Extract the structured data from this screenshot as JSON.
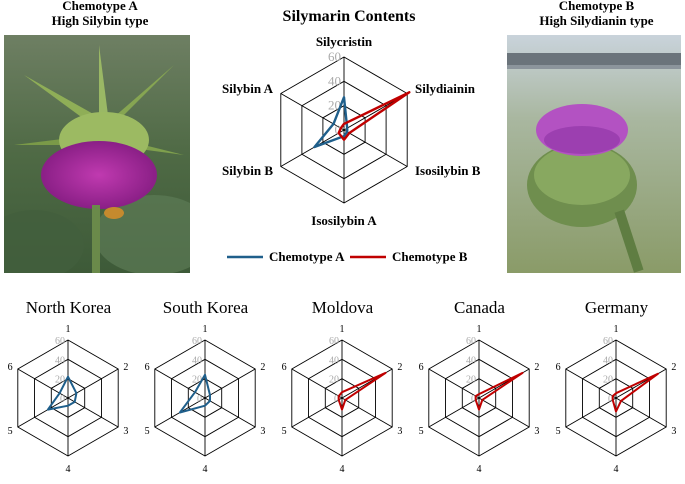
{
  "colors": {
    "chemotype_a": "#1f5f8b",
    "chemotype_b": "#c00000",
    "grid": "#000000",
    "tick": "#aaaaaa"
  },
  "photo_a": {
    "caption_line1": "Chemotype A",
    "caption_line2": "High Silybin type"
  },
  "photo_b": {
    "caption_line1": "Chemotype B",
    "caption_line2": "High Silydianin type"
  },
  "chart_data": [
    {
      "type": "radar",
      "title": "Silymarin Contents",
      "axes": [
        "Silycristin",
        "Silydiainin",
        "Isosilybin  B",
        "Isosilybin A",
        "Silybin B",
        "Silybin A"
      ],
      "ticks": [
        "0",
        "20",
        "40",
        "60"
      ],
      "rlim": [
        0,
        60
      ],
      "legend": "bottom",
      "series": [
        {
          "name": "Chemotype A",
          "values": [
            27,
            3,
            3,
            5,
            28,
            10
          ]
        },
        {
          "name": "Chemotype B",
          "values": [
            5,
            62,
            5,
            8,
            5,
            3
          ]
        }
      ]
    },
    {
      "type": "radar",
      "title": "North Korea",
      "axes": [
        "1",
        "2",
        "3",
        "4",
        "5",
        "6"
      ],
      "ticks": [
        "0",
        "20",
        "40",
        "60"
      ],
      "rlim": [
        0,
        60
      ],
      "series": [
        {
          "values": [
            22,
            10,
            8,
            8,
            24,
            10
          ]
        }
      ]
    },
    {
      "type": "radar",
      "title": "South Korea",
      "axes": [
        "1",
        "2",
        "3",
        "4",
        "5",
        "6"
      ],
      "ticks": [
        "0",
        "20",
        "40",
        "60"
      ],
      "rlim": [
        0,
        60
      ],
      "series": [
        {
          "values": [
            24,
            6,
            6,
            8,
            30,
            12
          ]
        }
      ]
    },
    {
      "type": "radar",
      "title": "Moldova",
      "axes": [
        "1",
        "2",
        "3",
        "4",
        "5",
        "6"
      ],
      "ticks": [
        "0",
        "20",
        "40",
        "60"
      ],
      "rlim": [
        0,
        60
      ],
      "series": [
        {
          "values": [
            6,
            52,
            4,
            12,
            4,
            4
          ]
        }
      ]
    },
    {
      "type": "radar",
      "title": "Canada",
      "axes": [
        "1",
        "2",
        "3",
        "4",
        "5",
        "6"
      ],
      "ticks": [
        "0",
        "20",
        "40",
        "60"
      ],
      "rlim": [
        0,
        60
      ],
      "series": [
        {
          "values": [
            4,
            52,
            4,
            12,
            4,
            4
          ]
        }
      ]
    },
    {
      "type": "radar",
      "title": "Germany",
      "axes": [
        "1",
        "2",
        "3",
        "4",
        "5",
        "6"
      ],
      "ticks": [
        "0",
        "20",
        "40",
        "60"
      ],
      "rlim": [
        0,
        60
      ],
      "series": [
        {
          "values": [
            5,
            50,
            6,
            14,
            4,
            4
          ]
        }
      ]
    }
  ]
}
